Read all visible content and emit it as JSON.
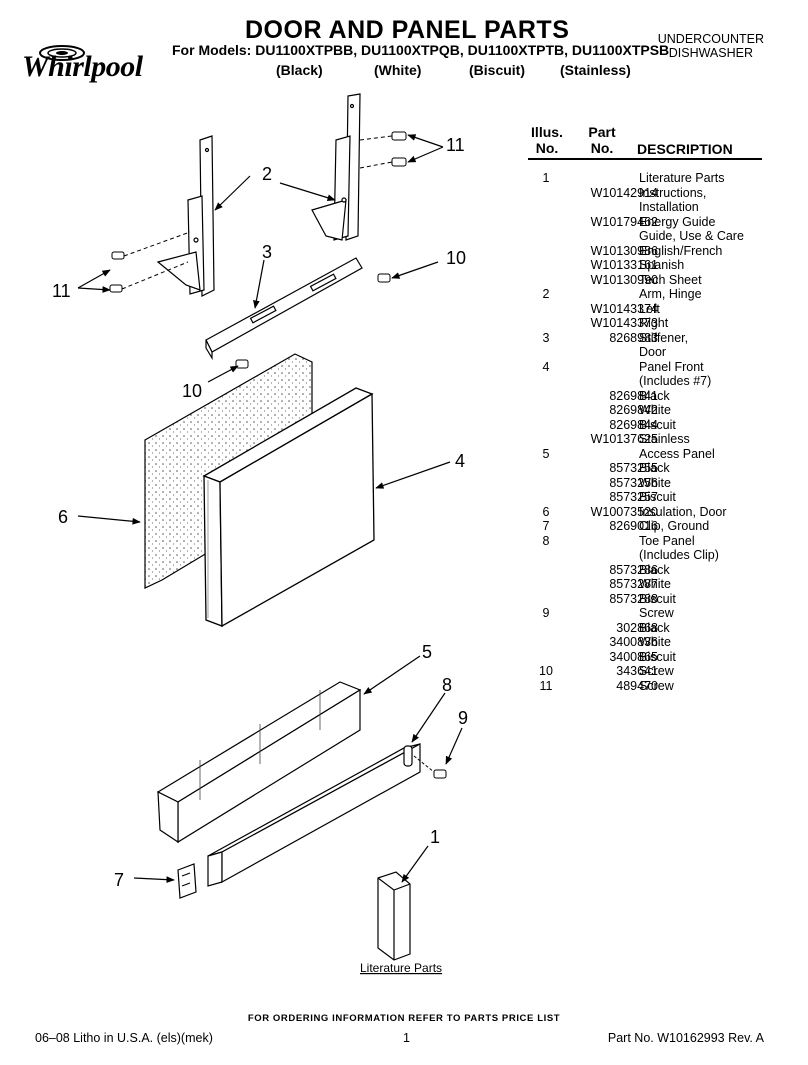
{
  "brand": "Whirlpool",
  "title": "DOOR AND PANEL PARTS",
  "models_line": "For Models: DU1100XTPBB, DU1100XTPQB, DU1100XTPTB, DU1100XTPSB",
  "colors": [
    "(Black)",
    "(White)",
    "(Biscuit)",
    "(Stainless)"
  ],
  "unit_type": [
    "UNDERCOUNTER",
    "DISHWASHER"
  ],
  "table": {
    "headers": {
      "illus_line1": "Illus.",
      "illus_line2": "No.",
      "part_line1": "Part",
      "part_line2": "No.",
      "description": "DESCRIPTION"
    },
    "rows": [
      {
        "illus": "1",
        "part": "",
        "desc": "Literature Parts"
      },
      {
        "illus": "",
        "part": "W10142914",
        "desc": "Instructions,"
      },
      {
        "illus": "",
        "part": "",
        "desc": "Installation"
      },
      {
        "illus": "",
        "part": "W10179462",
        "desc": "Energy Guide"
      },
      {
        "illus": "",
        "part": "",
        "desc": "Guide, Use & Care"
      },
      {
        "illus": "",
        "part": "W10130986",
        "desc": "English/French"
      },
      {
        "illus": "",
        "part": "W10133161",
        "desc": "Spanish"
      },
      {
        "illus": "",
        "part": "W10130990",
        "desc": "Tech Sheet"
      },
      {
        "illus": "2",
        "part": "",
        "desc": "Arm, Hinge"
      },
      {
        "illus": "",
        "part": "W10143374",
        "desc": "Left"
      },
      {
        "illus": "",
        "part": "W10143373",
        "desc": "Right"
      },
      {
        "illus": "3",
        "part": "8268983",
        "desc": "Stiffener,"
      },
      {
        "illus": "",
        "part": "",
        "desc": "Door"
      },
      {
        "illus": "4",
        "part": "",
        "desc": "Panel Front"
      },
      {
        "illus": "",
        "part": "",
        "desc": "(Includes #7)"
      },
      {
        "illus": "",
        "part": "8269841",
        "desc": "Black"
      },
      {
        "illus": "",
        "part": "8269842",
        "desc": "White"
      },
      {
        "illus": "",
        "part": "8269844",
        "desc": "Biscuit"
      },
      {
        "illus": "",
        "part": "W10137625",
        "desc": "Stainless"
      },
      {
        "illus": "5",
        "part": "",
        "desc": "Access Panel"
      },
      {
        "illus": "",
        "part": "8573255",
        "desc": "Black"
      },
      {
        "illus": "",
        "part": "8573256",
        "desc": "White"
      },
      {
        "illus": "",
        "part": "8573257",
        "desc": "Biscuit"
      },
      {
        "illus": "6",
        "part": "W10073520",
        "desc": "Insulation, Door"
      },
      {
        "illus": "7",
        "part": "8269016",
        "desc": "Clip, Ground"
      },
      {
        "illus": "8",
        "part": "",
        "desc": "Toe Panel"
      },
      {
        "illus": "",
        "part": "",
        "desc": "(Includes Clip)"
      },
      {
        "illus": "",
        "part": "8573286",
        "desc": "Black"
      },
      {
        "illus": "",
        "part": "8573287",
        "desc": "White"
      },
      {
        "illus": "",
        "part": "8573288",
        "desc": "Biscuit"
      },
      {
        "illus": "9",
        "part": "",
        "desc": "Screw"
      },
      {
        "illus": "",
        "part": "302868",
        "desc": "Black"
      },
      {
        "illus": "",
        "part": "3400836",
        "desc": "White"
      },
      {
        "illus": "",
        "part": "3400865",
        "desc": "Biscuit"
      },
      {
        "illus": "10",
        "part": "343641",
        "desc": "Screw"
      },
      {
        "illus": "11",
        "part": "489470",
        "desc": "Screw"
      }
    ]
  },
  "diagram": {
    "callouts": {
      "c1": "1",
      "c2": "2",
      "c3": "3",
      "c4": "4",
      "c5": "5",
      "c6": "6",
      "c7": "7",
      "c8": "8",
      "c9": "9",
      "c10a": "10",
      "c10b": "10",
      "c11a": "11",
      "c11b": "11"
    },
    "literature_caption": "Literature Parts"
  },
  "footer": {
    "ordering": "FOR ORDERING INFORMATION REFER TO PARTS PRICE LIST",
    "litho": "06–08 Litho in U.S.A. (els)(mek)",
    "page": "1",
    "part_no": "Part No. W10162993 Rev. A"
  }
}
